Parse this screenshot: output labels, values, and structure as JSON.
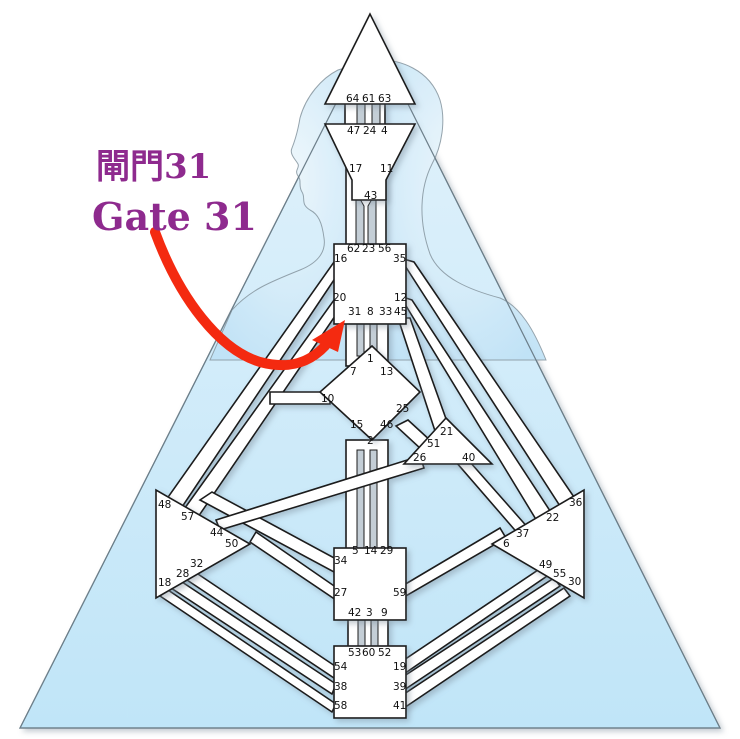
{
  "annotation": {
    "line1": "閘門31",
    "line2": "Gate 31",
    "text_color": "#8e2a8e",
    "arrow_color": "#f42a10",
    "target_gate": "31"
  },
  "background": {
    "triangle_color": "#c3e6f8",
    "silhouette_color": "#d6edf9"
  },
  "centers": {
    "head": {
      "gates": [
        "64",
        "61",
        "63"
      ]
    },
    "ajna": {
      "gates_top": [
        "47",
        "24",
        "4"
      ],
      "gates_side": [
        "17",
        "11"
      ],
      "gate_bottom": "43"
    },
    "throat": {
      "gates": [
        "62",
        "23",
        "56",
        "16",
        "35",
        "20",
        "12",
        "31",
        "8",
        "33",
        "45"
      ]
    },
    "g": {
      "gates": [
        "1",
        "7",
        "13",
        "10",
        "25",
        "15",
        "46",
        "2"
      ]
    },
    "heart": {
      "gates": [
        "21",
        "51",
        "26",
        "40"
      ]
    },
    "spleen": {
      "gates": [
        "48",
        "57",
        "44",
        "50",
        "32",
        "28",
        "18"
      ]
    },
    "solar_plexus": {
      "gates": [
        "36",
        "22",
        "37",
        "6",
        "49",
        "55",
        "30"
      ]
    },
    "sacral": {
      "gates": [
        "5",
        "14",
        "29",
        "34",
        "27",
        "59",
        "42",
        "3",
        "9"
      ]
    },
    "root": {
      "gates": [
        "53",
        "60",
        "52",
        "54",
        "38",
        "58",
        "19",
        "39",
        "41"
      ]
    }
  },
  "gate_labels": {
    "g64": "64",
    "g61": "61",
    "g63": "63",
    "g47": "47",
    "g24": "24",
    "g4": "4",
    "g17": "17",
    "g11": "11",
    "g43": "43",
    "g62": "62",
    "g23": "23",
    "g56": "56",
    "g16": "16",
    "g35": "35",
    "g20": "20",
    "g12": "12",
    "g31": "31",
    "g8": "8",
    "g33": "33",
    "g45": "45",
    "g1": "1",
    "g7": "7",
    "g13": "13",
    "g10": "10",
    "g25": "25",
    "g15": "15",
    "g46": "46",
    "g2": "2",
    "g21": "21",
    "g51": "51",
    "g26": "26",
    "g40": "40",
    "g48": "48",
    "g57": "57",
    "g44": "44",
    "g50": "50",
    "g32": "32",
    "g28": "28",
    "g18": "18",
    "g36": "36",
    "g22": "22",
    "g37": "37",
    "g6": "6",
    "g49": "49",
    "g55": "55",
    "g30": "30",
    "g5": "5",
    "g14": "14",
    "g29": "29",
    "g34": "34",
    "g27": "27",
    "g59": "59",
    "g42": "42",
    "g3": "3",
    "g9": "9",
    "g53": "53",
    "g60": "60",
    "g52": "52",
    "g54": "54",
    "g38": "38",
    "g58": "58",
    "g19": "19",
    "g39": "39",
    "g41": "41"
  }
}
